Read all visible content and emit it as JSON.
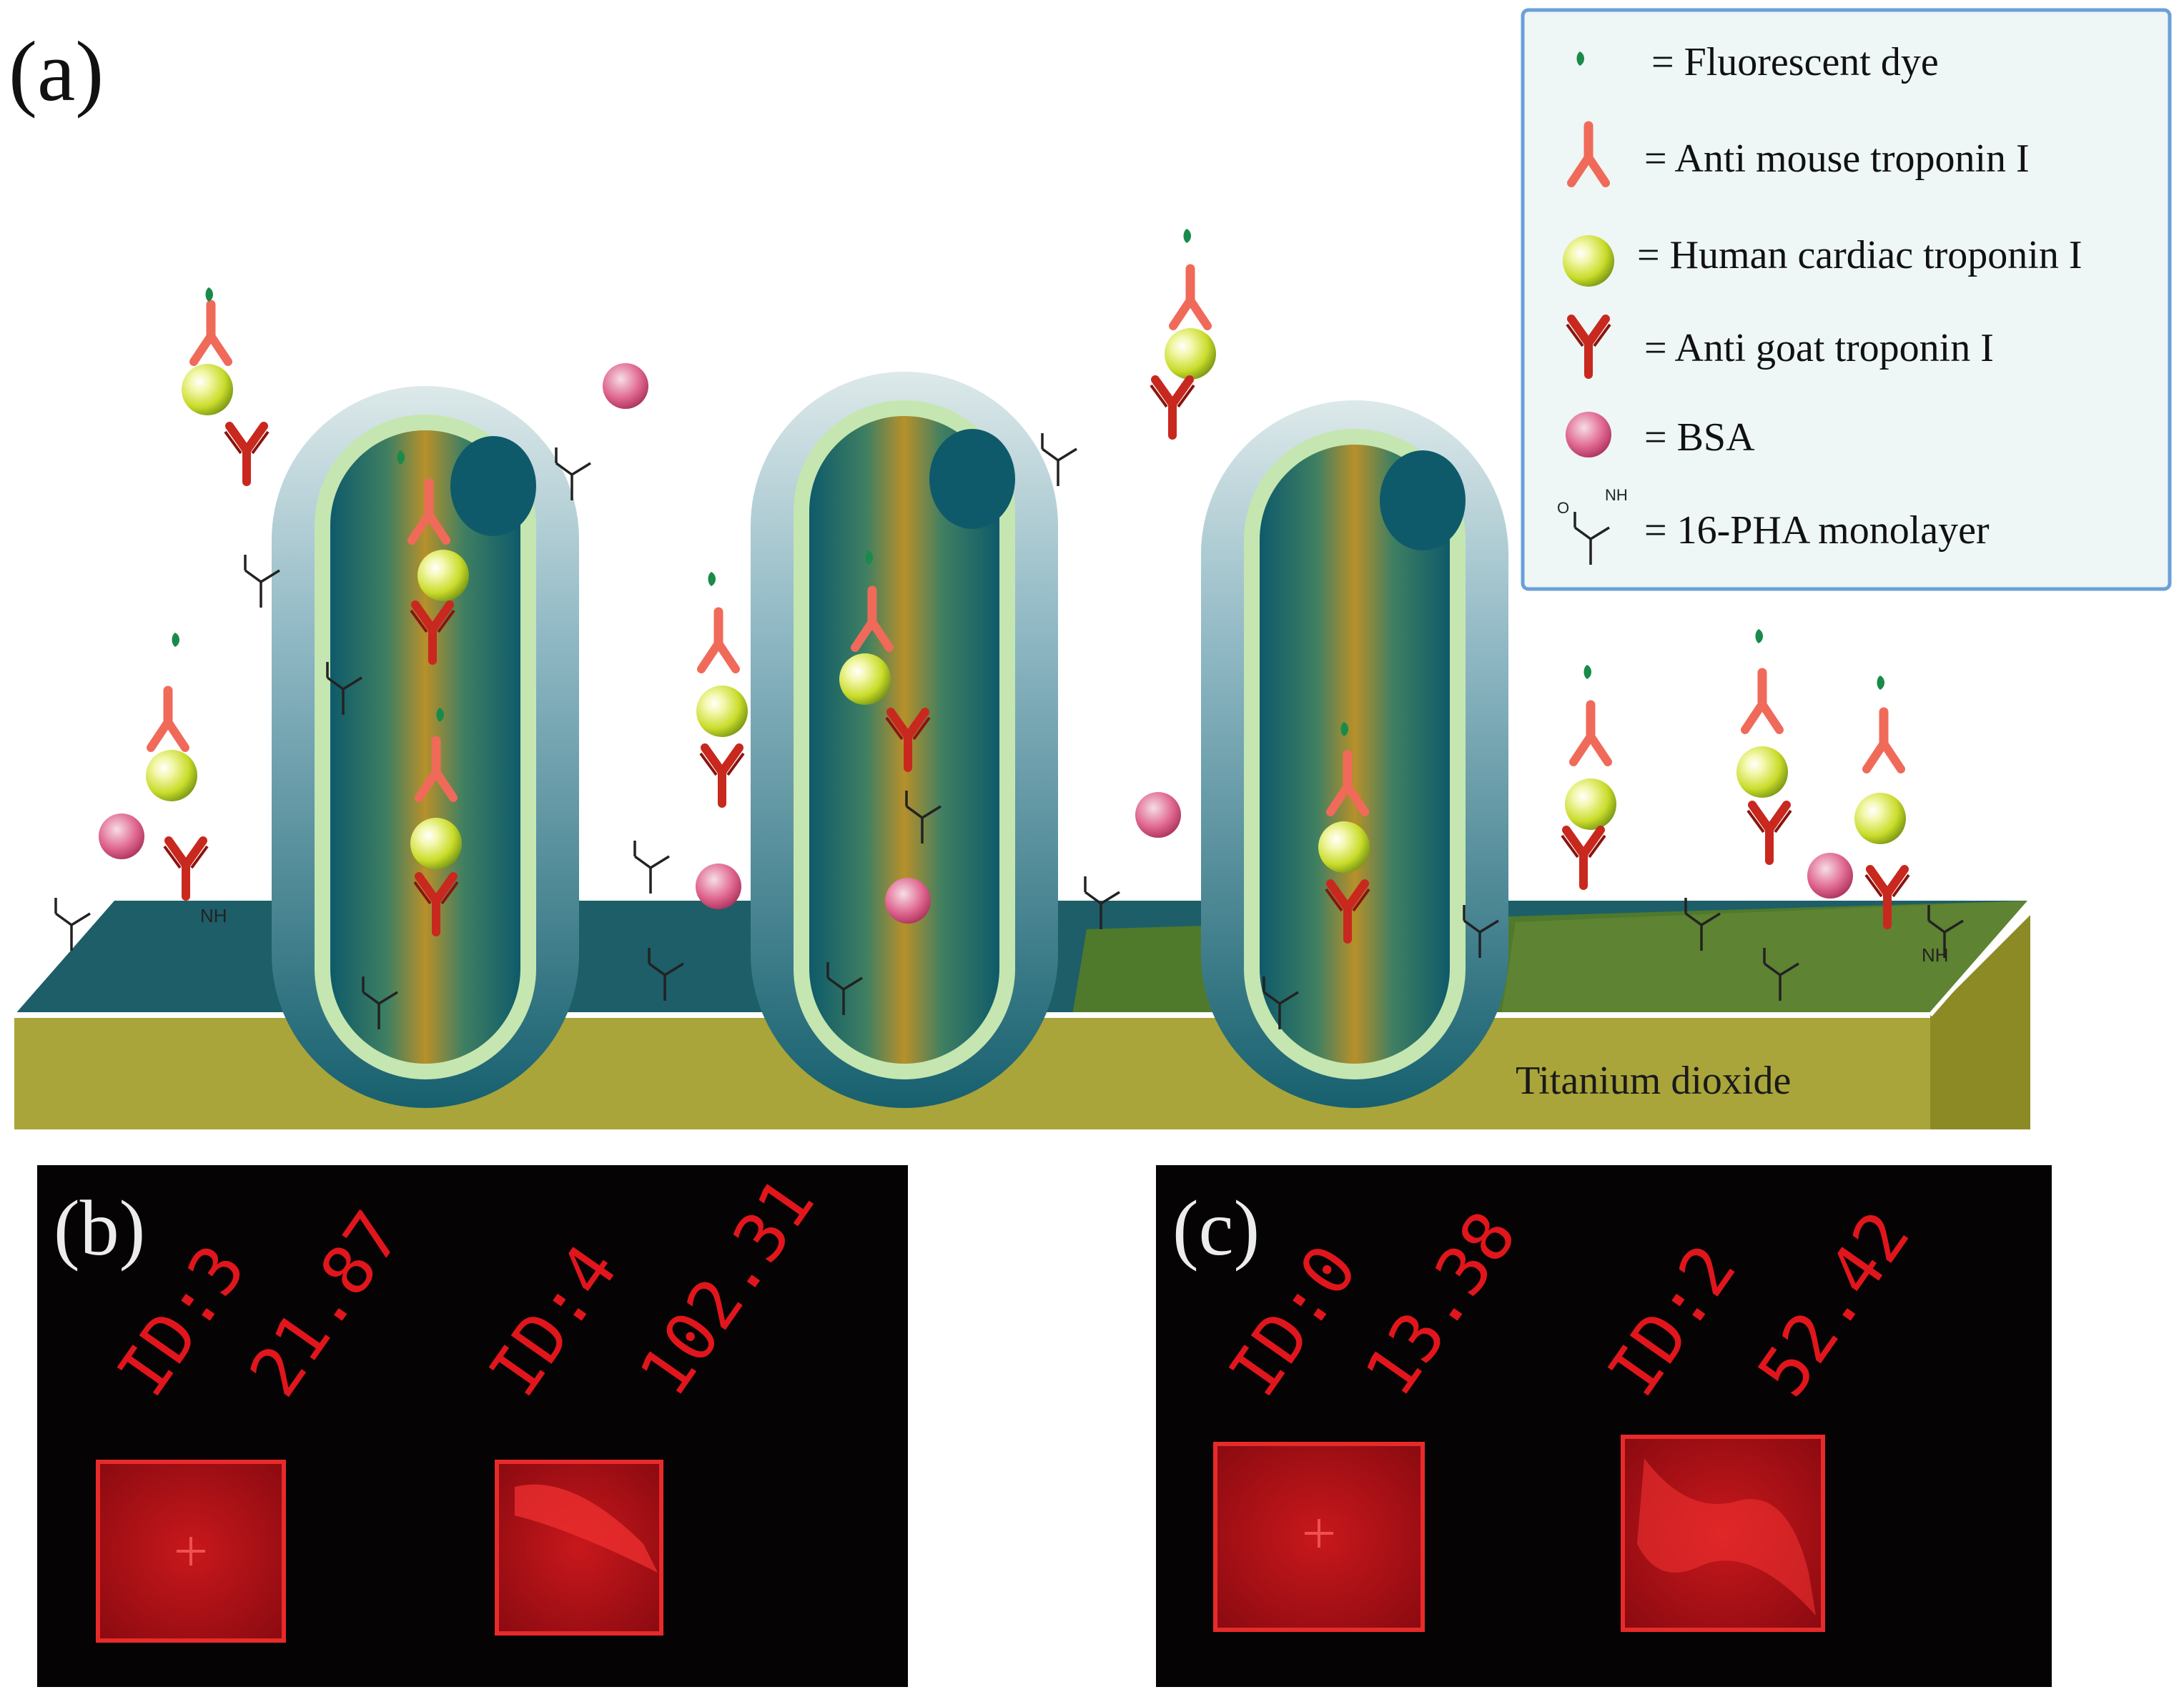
{
  "panel_a": {
    "label": "(a)",
    "legend": {
      "items": [
        {
          "icon": "fluorescent-dye-icon",
          "text": "= Fluorescent dye"
        },
        {
          "icon": "anti-mouse-troponin-icon",
          "text": "= Anti mouse troponin I"
        },
        {
          "icon": "human-cardiac-troponin-icon",
          "text": "= Human cardiac troponin I"
        },
        {
          "icon": "anti-goat-troponin-icon",
          "text": "= Anti goat troponin I"
        },
        {
          "icon": "bsa-icon",
          "text": "= BSA"
        },
        {
          "icon": "pha-monolayer-icon",
          "text": "= 16-PHA monolayer"
        }
      ]
    },
    "substrate_label": "Titanium dioxide",
    "chem": {
      "nh": "NH",
      "o": "O"
    }
  },
  "panel_b": {
    "label": "(b)",
    "spots": [
      {
        "id": "ID:3",
        "value": "21.87"
      },
      {
        "id": "ID:4",
        "value": "102.31"
      }
    ]
  },
  "panel_c": {
    "label": "(c)",
    "spots": [
      {
        "id": "ID:0",
        "value": "13.38"
      },
      {
        "id": "ID:2",
        "value": "52.42"
      }
    ]
  },
  "colors": {
    "substrate": "#a5a43a",
    "antibody_light": "#f06a5a",
    "antibody_dark": "#c8281e",
    "troponin": "#d8e84a",
    "bsa": "#e0608a",
    "dye": "#1a8a4a",
    "fluor_red": "#e0161c",
    "legend_bg": "#eef6f6",
    "legend_border": "#6aa0d8"
  }
}
